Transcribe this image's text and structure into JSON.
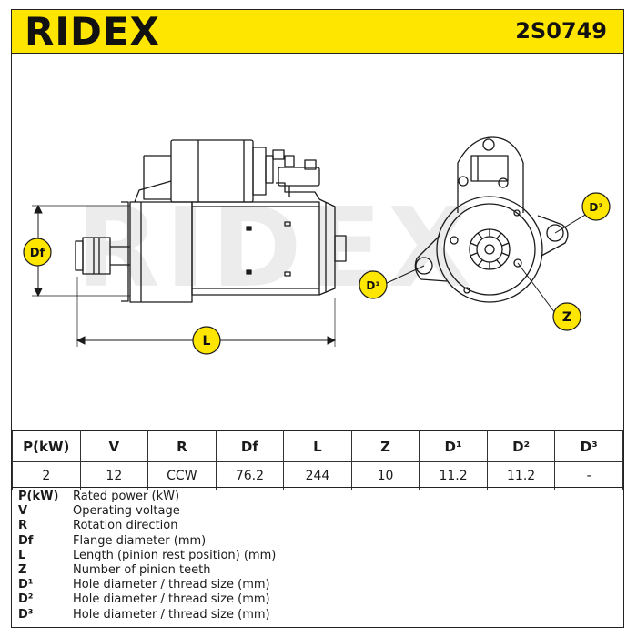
{
  "header": {
    "brand": "RIDEX",
    "part_number": "2S0749"
  },
  "drawing": {
    "labels": {
      "df": "Df",
      "l": "L",
      "d1": "D1",
      "d2": "D2",
      "z": "Z"
    },
    "watermark": "RIDEX",
    "accent_color": "#ffe600"
  },
  "specs": {
    "headers": [
      "P(kW)",
      "V",
      "R",
      "Df",
      "L",
      "Z",
      "D¹",
      "D²",
      "D³"
    ],
    "values": [
      "2",
      "12",
      "CCW",
      "76.2",
      "244",
      "10",
      "11.2",
      "11.2",
      "-"
    ]
  },
  "legend": [
    {
      "sym": "P(kW)",
      "desc": "Rated power (kW)"
    },
    {
      "sym": "V",
      "desc": "Operating voltage"
    },
    {
      "sym": "R",
      "desc": "Rotation direction"
    },
    {
      "sym": "Df",
      "desc": "Flange diameter (mm)"
    },
    {
      "sym": "L",
      "desc": "Length (pinion rest position) (mm)"
    },
    {
      "sym": "Z",
      "desc": "Number of pinion teeth"
    },
    {
      "sym": "D¹",
      "desc": "Hole diameter / thread size (mm)"
    },
    {
      "sym": "D²",
      "desc": "Hole diameter / thread size (mm)"
    },
    {
      "sym": "D³",
      "desc": "Hole diameter / thread size (mm)"
    }
  ]
}
